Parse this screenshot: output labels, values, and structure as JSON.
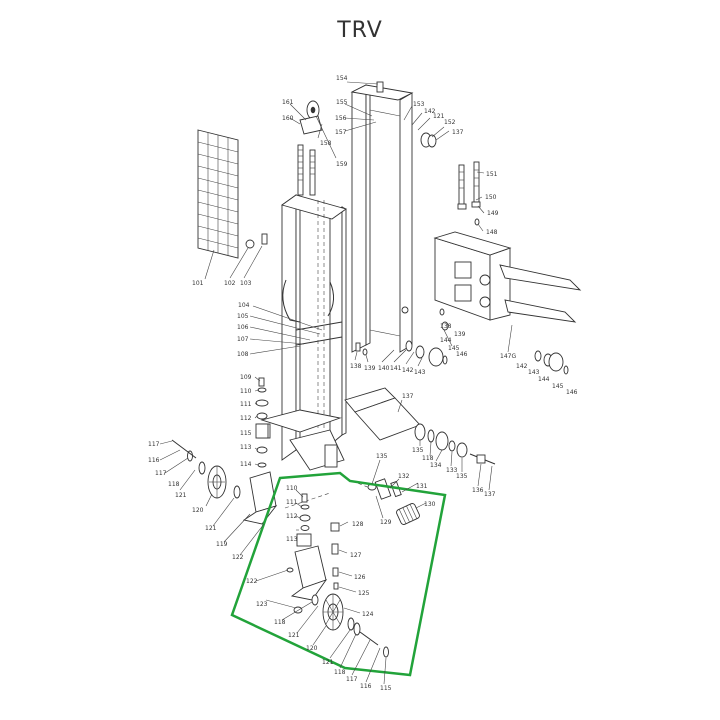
{
  "title": "TRV",
  "highlight_color": "#22a33a",
  "part_numbers": {
    "p154": "154",
    "p155": "155",
    "p153": "153",
    "p142a": "142",
    "p121a": "121",
    "p152": "152",
    "p156": "156",
    "p157": "157",
    "p137a": "137",
    "p161": "161",
    "p160": "160",
    "p158": "158",
    "p159": "159",
    "p151": "151",
    "p150": "150",
    "p149": "149",
    "p148": "148",
    "p101": "101",
    "p102": "102",
    "p103": "103",
    "p104": "104",
    "p105": "105",
    "p106": "106",
    "p107": "107",
    "p108": "108",
    "p138a": "138",
    "p139a": "139",
    "p140": "140",
    "p141": "141",
    "p142b": "142",
    "p143a": "143",
    "p145a": "145",
    "p146a": "146",
    "p144a": "144",
    "p139b": "139",
    "p138b": "138",
    "p147": "147G",
    "p142c": "142",
    "p143b": "143",
    "p144b": "144",
    "p145b": "145",
    "p146b": "146",
    "p109": "109",
    "p110a": "110",
    "p111a": "111",
    "p112a": "112",
    "p113": "113",
    "p114": "114",
    "p137b": "137",
    "p117a": "117",
    "p116a": "116",
    "p115a": "115",
    "p117b": "117",
    "p118a": "118",
    "p121b": "121",
    "p120a": "120",
    "p121c": "121",
    "p119": "119",
    "p122a": "122",
    "p135a": "135",
    "p118b": "118",
    "p134": "134",
    "p133": "133",
    "p135b": "135",
    "p136": "136",
    "p137c": "137",
    "p135c": "135",
    "p132": "132",
    "p131": "131",
    "p130": "130",
    "p129": "129",
    "p110b": "110",
    "p111b": "111",
    "p112b": "112",
    "p113b": "113",
    "p128": "128",
    "p127": "127",
    "p126": "126",
    "p125": "125",
    "p124": "124",
    "p122b": "122",
    "p123": "123",
    "p118c": "118",
    "p121d": "121",
    "p120b": "120",
    "p121e": "121",
    "p118d": "118",
    "p117c": "117",
    "p116b": "116",
    "p115b": "115"
  }
}
